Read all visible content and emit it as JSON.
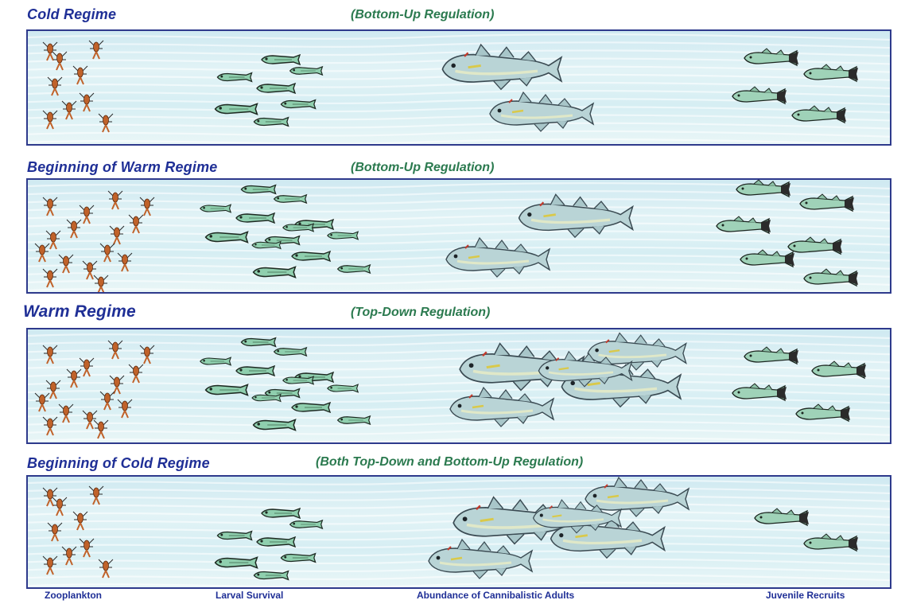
{
  "colors": {
    "title": "#1f2f96",
    "regulation": "#2b7a4f",
    "panel_border": "#2e3a8c",
    "water": "#d6eef3",
    "zooplankton": "#c0622a",
    "larva": "#8fcfae",
    "adult_fish": "#b9d4d6",
    "juvenile": "#9fd2b8"
  },
  "icons": {
    "zooplankton": "copepod-icon",
    "larva": "larval-fish-icon",
    "adult": "adult-pollock-icon",
    "juvenile": "juvenile-fish-icon"
  },
  "panels": [
    {
      "title": "Cold Regime",
      "regulation": "(Bottom-Up Regulation)",
      "zooplankton_count": 9,
      "larvae_count": 7,
      "adults_count": 2,
      "juveniles_count": 4
    },
    {
      "title": "Beginning of Warm Regime",
      "regulation": "(Bottom-Up Regulation)",
      "zooplankton_count": 15,
      "larvae_count": 13,
      "adults_count": 2,
      "juveniles_count": 6
    },
    {
      "title": "Warm Regime",
      "regulation": "(Top-Down Regulation)",
      "zooplankton_count": 15,
      "larvae_count": 13,
      "adults_count": 5,
      "juveniles_count": 4
    },
    {
      "title": "Beginning of Cold Regime",
      "regulation": "(Both Top-Down and Bottom-Up Regulation)",
      "zooplankton_count": 9,
      "larvae_count": 7,
      "adults_count": 5,
      "juveniles_count": 2
    }
  ],
  "footer": {
    "zooplankton": "Zooplankton",
    "larval": "Larval Survival",
    "adults": "Abundance of Cannibalistic Adults",
    "juveniles": "Juvenile Recruits"
  }
}
